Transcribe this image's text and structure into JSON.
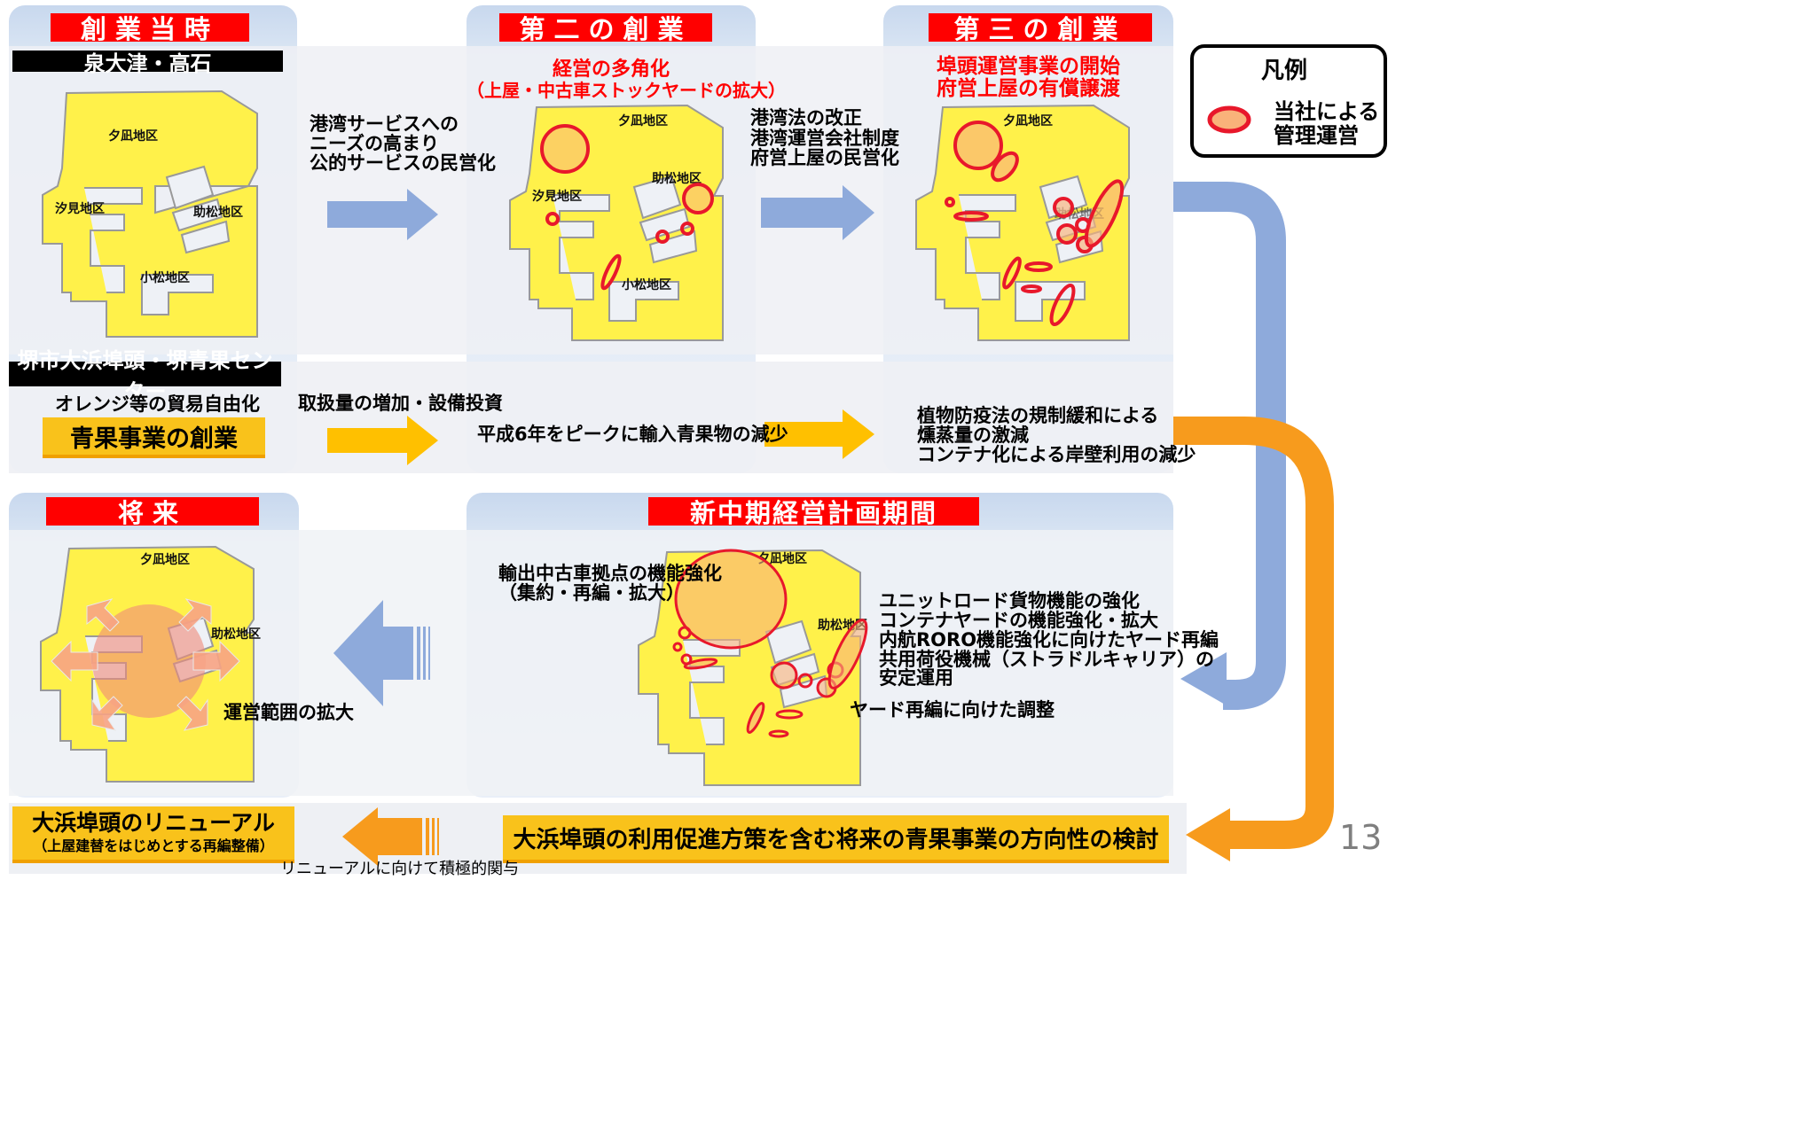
{
  "headers": {
    "founding": "創業当時",
    "second": "第二の創業",
    "third": "第三の創業",
    "future": "将来",
    "plan": "新中期経営計画期間"
  },
  "labels": {
    "izumi": "泉大津・高石",
    "sakai": "堺市大浜埠頭・堺青果センター"
  },
  "second": {
    "title_line1": "経営の多角化",
    "title_line2": "（上屋・中古車ストックヤードの拡大）"
  },
  "third": {
    "title_line1": "埠頭運営事業の開始",
    "title_line2": "府営上屋の有償譲渡"
  },
  "arrow_texts": {
    "a1_line1": "港湾サービスへの",
    "a1_line2": "ニーズの高まり",
    "a1_line3": "公的サービスの民営化",
    "a2_line1": "港湾法の改正",
    "a2_line2": "港湾運営会社制度",
    "a2_line3": "府営上屋の民営化"
  },
  "fruit_row": {
    "orange_trade": "オレンジ等の貿易自由化",
    "fruit_business": "青果事業の創業",
    "volume": "取扱量の増加・設備投資",
    "decline": "平成6年をピークに輸入青果物の減少",
    "plant_line1": "植物防疫法の規制緩和による",
    "plant_line2": "燻蒸量の激減",
    "plant_line3": "コンテナ化による岸壁利用の減少"
  },
  "legend": {
    "title": "凡例",
    "line1": "当社による",
    "line2": "管理運営"
  },
  "plan": {
    "export_line1": "輸出中古車拠点の機能強化",
    "export_line2": "（集約・再編・拡大）",
    "unit_line1": "ユニットロード貨物機能の強化",
    "unit_line2": "コンテナヤードの機能強化・拡大",
    "unit_line3": "内航RORO機能強化に向けたヤード再編",
    "unit_line4": "共用荷役機械（ストラドルキャリア）の",
    "unit_line5": "安定運用",
    "yard": "ヤード再編に向けた調整",
    "study": "大浜埠頭の利用促進方策を含む将来の青果事業の方向性の検討"
  },
  "future": {
    "expand": "運営範囲の拡大",
    "renewal_line1": "大浜埠頭のリニューアル",
    "renewal_line2": "（上屋建替をはじめとする再編整備）",
    "renewal_note": "リニューアルに向けて積極的関与"
  },
  "map_labels": {
    "yunagi": "夕凪地区",
    "shiomi": "汐見地区",
    "sukematsu": "助松地区",
    "komatsu": "小松地区"
  },
  "page_number": "13",
  "colors": {
    "header_red": "#ff0000",
    "map_yellow": "#fff14a",
    "blue_arrow": "#8eaadb",
    "orange_arrow": "#ffc000",
    "dark_orange": "#f79b1d",
    "managed_fill": "#f9b27a",
    "managed_stroke": "#e8182b"
  }
}
